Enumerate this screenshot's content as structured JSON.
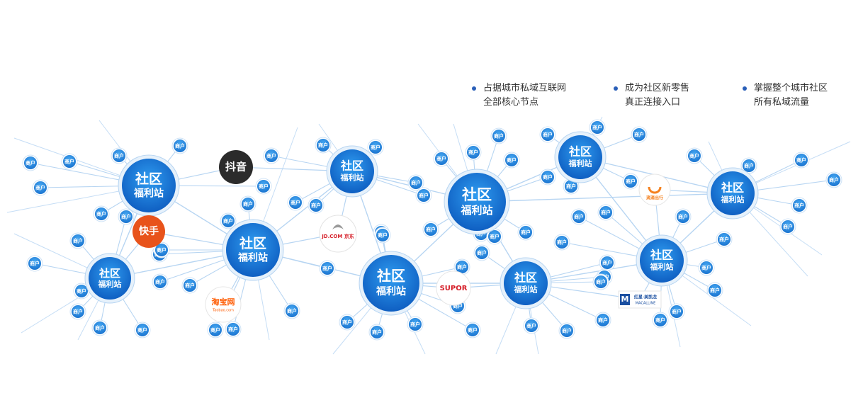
{
  "legend": [
    {
      "line1": "占据城市私域互联网",
      "line2": "全部核心节点"
    },
    {
      "line1": "成为社区新零售",
      "line2": "真正连接入口"
    },
    {
      "line1": "掌握整个城市社区",
      "line2": "所有私域流量"
    }
  ],
  "hub": {
    "line1": "社区",
    "line2": "福利站"
  },
  "shop_label": "商户",
  "brands": {
    "douyin": "抖音",
    "kuaishou": "快手",
    "jd": "JD.COM 京东",
    "taobao_cn": "淘宝网",
    "taobao_en": "Taobao.com",
    "supor": "SUPOR",
    "didi": "滴滴出行",
    "macalline_m": "M",
    "macalline_cn": "红星·美凯龙",
    "macalline_en": "MACALLINE"
  },
  "colors": {
    "hub_blue": "#1a6fd0",
    "shop_blue": "#2486dc",
    "line": "#b7d5f2",
    "douyin": "#2b2b2b",
    "kuaishou": "#e8531b"
  }
}
